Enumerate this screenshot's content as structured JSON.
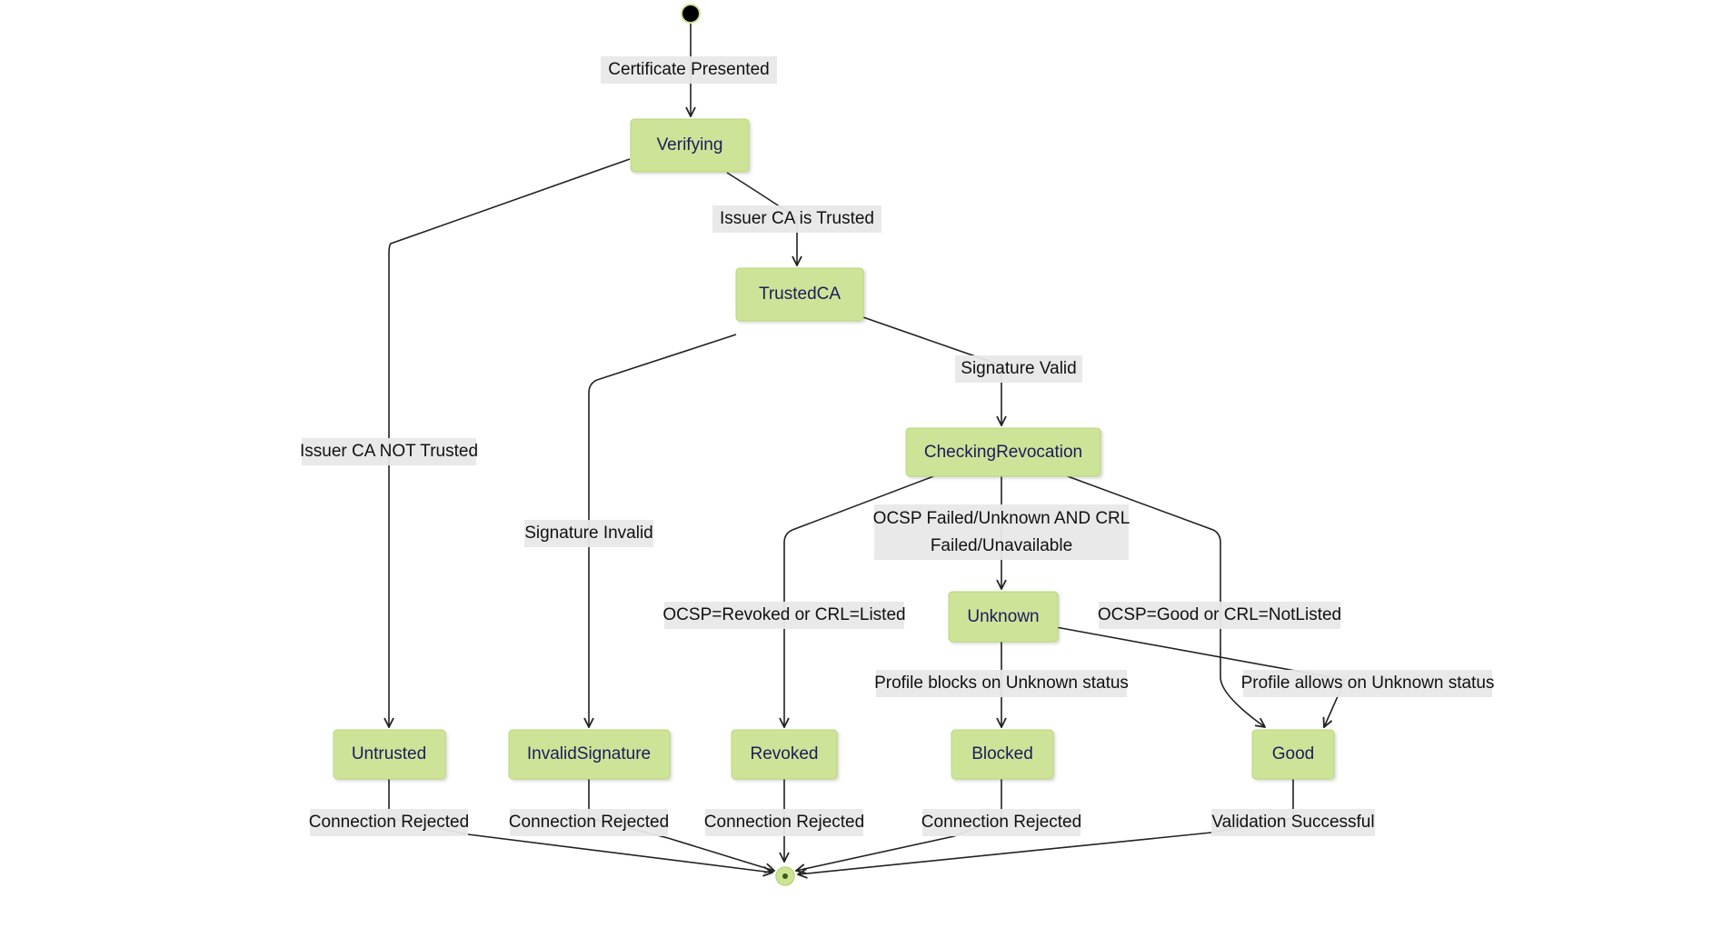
{
  "states": {
    "verifying": "Verifying",
    "trusted_ca": "TrustedCA",
    "checking_revocation": "CheckingRevocation",
    "unknown": "Unknown",
    "untrusted": "Untrusted",
    "invalid_signature": "InvalidSignature",
    "revoked": "Revoked",
    "blocked": "Blocked",
    "good": "Good"
  },
  "transitions": {
    "certificate_presented": "Certificate Presented",
    "issuer_ca_trusted": "Issuer CA is Trusted",
    "issuer_ca_not_trusted": "Issuer CA NOT Trusted",
    "signature_valid": "Signature Valid",
    "signature_invalid": "Signature Invalid",
    "ocsp_failed_line1": "OCSP Failed/Unknown AND CRL",
    "ocsp_failed_line2": "Failed/Unavailable",
    "ocsp_revoked": "OCSP=Revoked or CRL=Listed",
    "ocsp_good": "OCSP=Good or CRL=NotListed",
    "profile_blocks": "Profile blocks on Unknown status",
    "profile_allows": "Profile allows on Unknown status",
    "untrusted_rejected": "Connection Rejected",
    "invalid_rejected": "Connection Rejected",
    "revoked_rejected": "Connection Rejected",
    "blocked_rejected": "Connection Rejected",
    "validation_successful": "Validation Successful"
  },
  "colors": {
    "state_fill": "#cde498",
    "state_stroke": "#b8d878",
    "state_text": "#1f1a5c",
    "label_bg": "#e8e8e8",
    "edge": "#222222"
  }
}
